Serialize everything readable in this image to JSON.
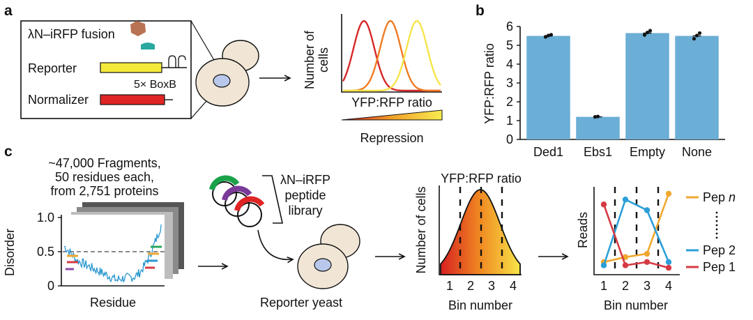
{
  "panel_labels": {
    "a": "a",
    "b": "b",
    "c": "c"
  },
  "panel_a": {
    "fusion_label": "λN–iRFP fusion",
    "reporter_label": "Reporter",
    "boxb_label": "5× BoxB",
    "normalizer_label": "Normalizer",
    "histogram": {
      "ylabel_line1": "Number of",
      "ylabel_line2": "cells",
      "xlabel": "YFP:RFP ratio",
      "gradient_label": "Repression",
      "curve_colors": [
        "#d62828",
        "#f07b23",
        "#f6e44a"
      ]
    }
  },
  "panel_c": {
    "library_text": [
      "~47,000 Fragments,",
      "50 residues each,",
      "from 2,751 proteins"
    ],
    "disorder_ylabel": "Disorder",
    "disorder_yticks": [
      "1.0",
      "0.5",
      "0"
    ],
    "residue_xlabel": "Residue",
    "peptide_library_label": [
      "λN–iRFP",
      "peptide",
      "library"
    ],
    "reporter_yeast_label": "Reporter yeast",
    "sort": {
      "title": "YFP:RFP ratio",
      "ylabel": "Number of cells",
      "bins": [
        "1",
        "2",
        "3",
        "4"
      ],
      "xlabel": "Bin number"
    },
    "reads": {
      "ylabel": "Reads",
      "bins": [
        "1",
        "2",
        "3",
        "4"
      ],
      "xlabel": "Bin number",
      "legend": [
        {
          "label_prefix": "Pep ",
          "label_suffix": "n",
          "color": "#f0a830"
        },
        {
          "label_prefix": "Pep ",
          "label_suffix": "2",
          "color": "#2c9fd8"
        },
        {
          "label_prefix": "Pep ",
          "label_suffix": "1",
          "color": "#d63a44"
        }
      ]
    }
  },
  "chart_data": [
    {
      "type": "bar",
      "title": "",
      "xlabel": "",
      "ylabel": "YFP:RFP ratio",
      "categories": [
        "Ded1",
        "Ebs1",
        "Empty",
        "None"
      ],
      "values": [
        5.5,
        1.2,
        5.65,
        5.5
      ],
      "ylim": [
        0,
        6
      ],
      "yticks": [
        "0",
        "1",
        "2",
        "3",
        "4",
        "5",
        "6"
      ],
      "bar_color": "#6baed6",
      "replicate_points": [
        [
          5.45,
          5.52,
          5.56
        ],
        [
          1.2,
          1.22
        ],
        [
          5.55,
          5.68,
          5.78
        ],
        [
          5.35,
          5.52,
          5.65
        ]
      ]
    },
    {
      "type": "line",
      "title": "",
      "xlabel": "Bin number",
      "ylabel": "Reads",
      "x": [
        1,
        2,
        3,
        4
      ],
      "series": [
        {
          "name": "Pep n",
          "values": [
            0.12,
            0.18,
            0.22,
            0.95
          ],
          "color": "#f0a830"
        },
        {
          "name": "Pep 2",
          "values": [
            0.08,
            0.88,
            0.75,
            0.12
          ],
          "color": "#2c9fd8"
        },
        {
          "name": "Pep 1",
          "values": [
            0.82,
            0.08,
            0.12,
            0.05
          ],
          "color": "#d63a44"
        }
      ]
    }
  ]
}
